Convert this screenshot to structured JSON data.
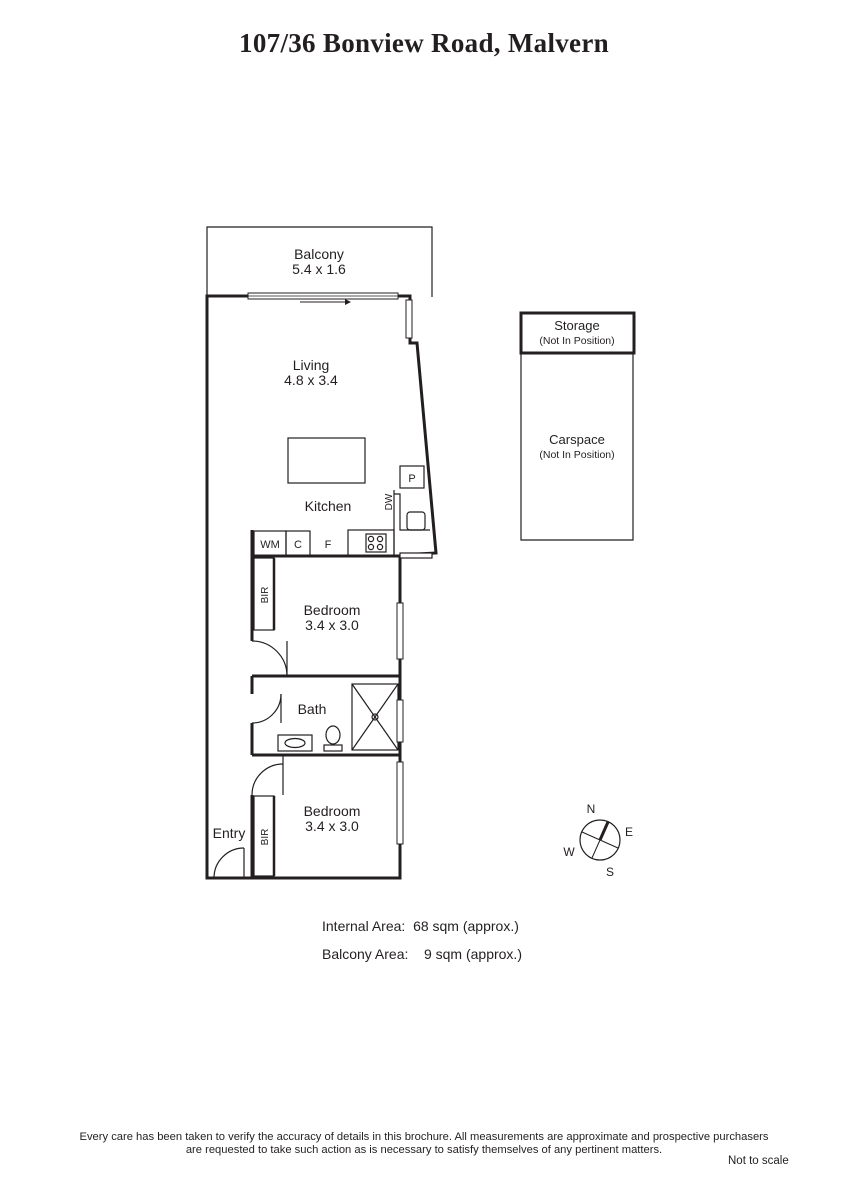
{
  "title": "107/36 Bonview Road, Malvern",
  "rooms": {
    "balcony": {
      "name": "Balcony",
      "size": "5.4 x 1.6"
    },
    "living": {
      "name": "Living",
      "size": "4.8 x 3.4"
    },
    "kitchen": {
      "name": "Kitchen"
    },
    "bedroom1": {
      "name": "Bedroom",
      "size": "3.4 x 3.0"
    },
    "bath": {
      "name": "Bath"
    },
    "bedroom2": {
      "name": "Bedroom",
      "size": "3.4 x 3.0"
    },
    "entry": {
      "name": "Entry"
    },
    "storage": {
      "name": "Storage",
      "note": "(Not In Position)"
    },
    "carspace": {
      "name": "Carspace",
      "note": "(Not In Position)"
    }
  },
  "fixtures": {
    "wm": "WM",
    "c": "C",
    "f": "F",
    "dw": "DW",
    "p": "P",
    "bir1": "BIR",
    "bir2": "BIR"
  },
  "compass": {
    "n": "N",
    "e": "E",
    "s": "S",
    "w": "W"
  },
  "areas": {
    "internal_label": "Internal Area:",
    "internal_value": "68 sqm (approx.)",
    "balcony_label": "Balcony Area:",
    "balcony_value": "9 sqm (approx.)"
  },
  "disclaimer_line1": "Every care has been taken to verify the accuracy of details in this brochure.  All measurements are approximate and prospective purchasers",
  "disclaimer_line2": "are requested to take such action as is necessary to satisfy themselves of any pertinent matters.",
  "not_to_scale": "Not to scale"
}
